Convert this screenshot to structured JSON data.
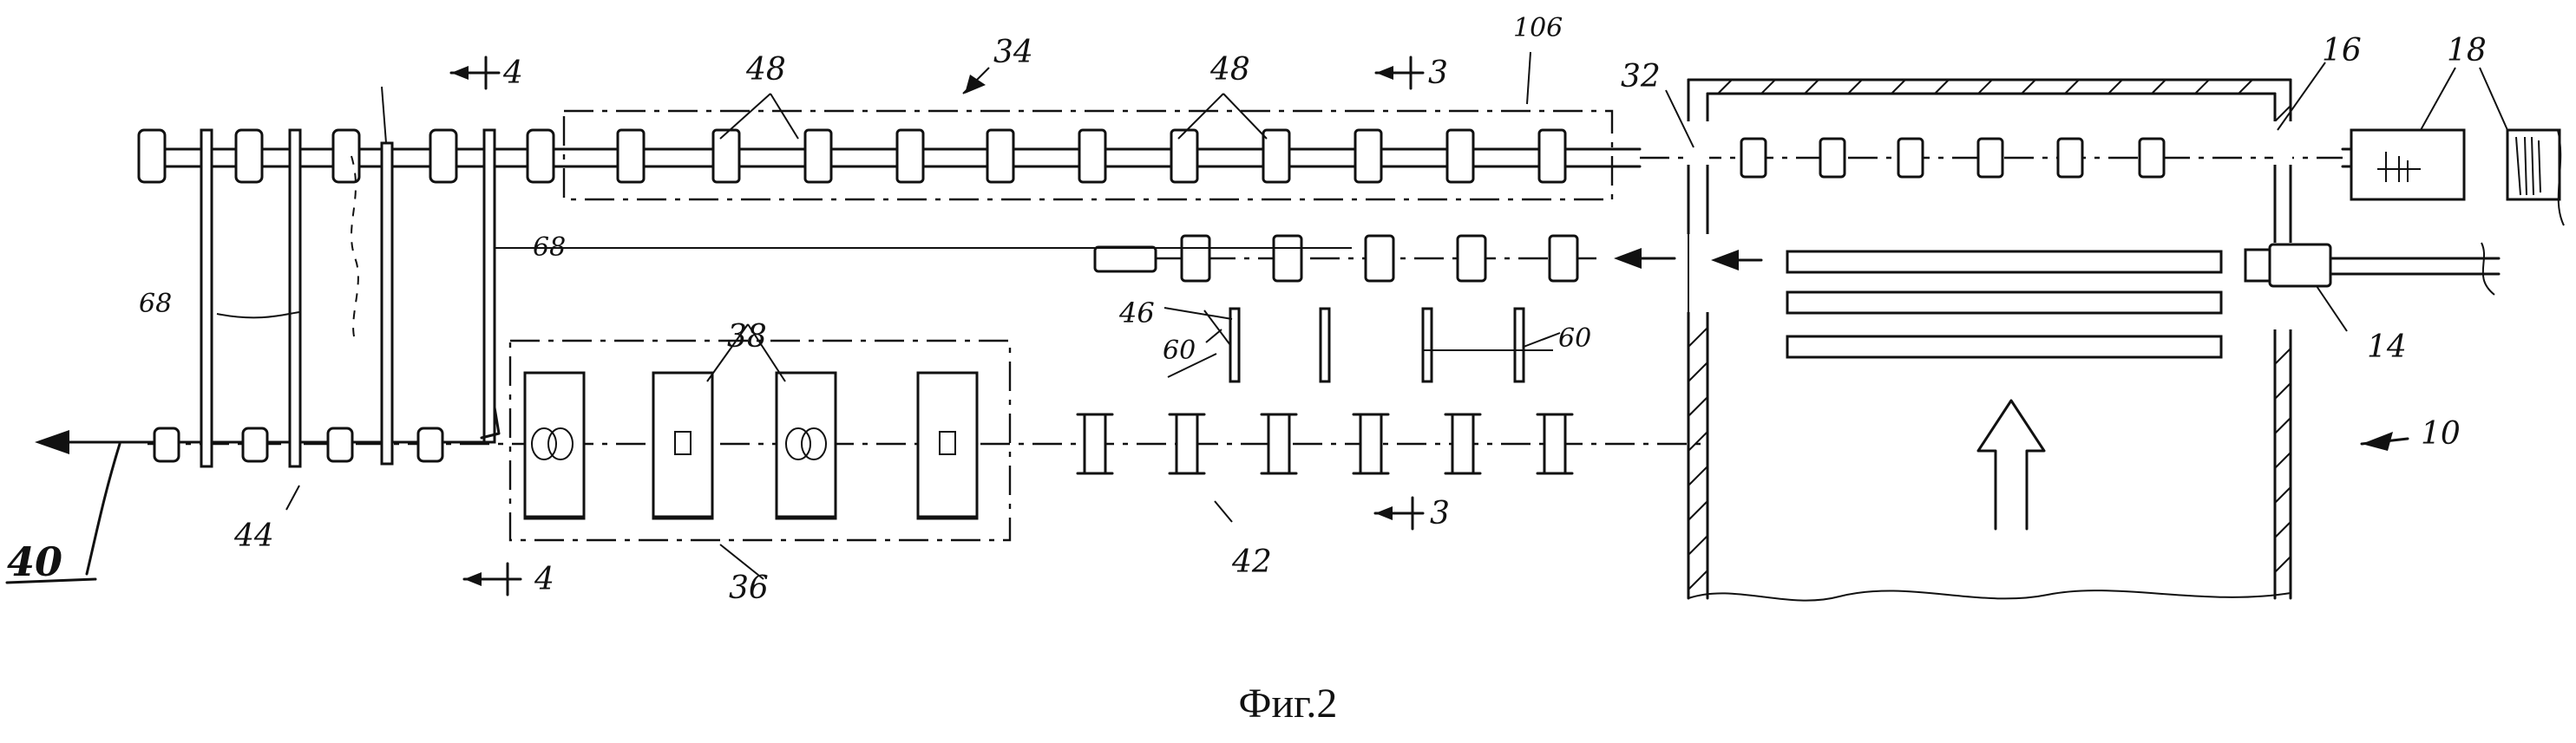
{
  "figure": {
    "caption": "Фиг.2",
    "labels": {
      "l4_top": "4",
      "l48_a": "48",
      "l34": "34",
      "l48_b": "48",
      "l3_top": "3",
      "l106": "106",
      "l32": "32",
      "l16": "16",
      "l18": "18",
      "l68_right": "68",
      "l68_left": "68",
      "l38": "38",
      "l46": "46",
      "l60_left": "60",
      "l60_right": "60",
      "l14": "14",
      "l10": "10",
      "l40": "40",
      "l44": "44",
      "l42": "42",
      "l3_bottom": "3",
      "l4_bottom": "4",
      "l36": "36"
    }
  }
}
